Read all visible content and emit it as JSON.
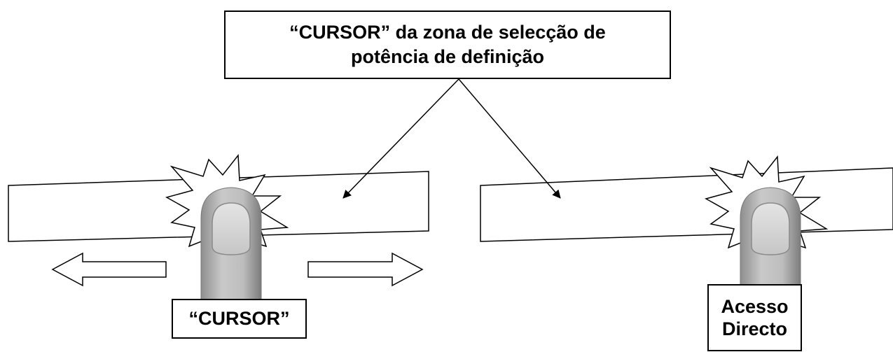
{
  "title": {
    "line1": "“CURSOR” da zona de selecção de",
    "line2": "potência de definição"
  },
  "left_panel": {
    "label": "“CURSOR”"
  },
  "right_panel": {
    "label_line1": "Acesso",
    "label_line2": "Directo"
  },
  "icons": {
    "finger": "finger-touch-icon",
    "burst": "touch-burst-icon",
    "arrow_left": "arrow-left-icon",
    "arrow_right": "arrow-right-icon"
  },
  "colors": {
    "outline": "#000000",
    "finger_skin": "#b8b8b8",
    "nail": "#d6d6d6"
  }
}
